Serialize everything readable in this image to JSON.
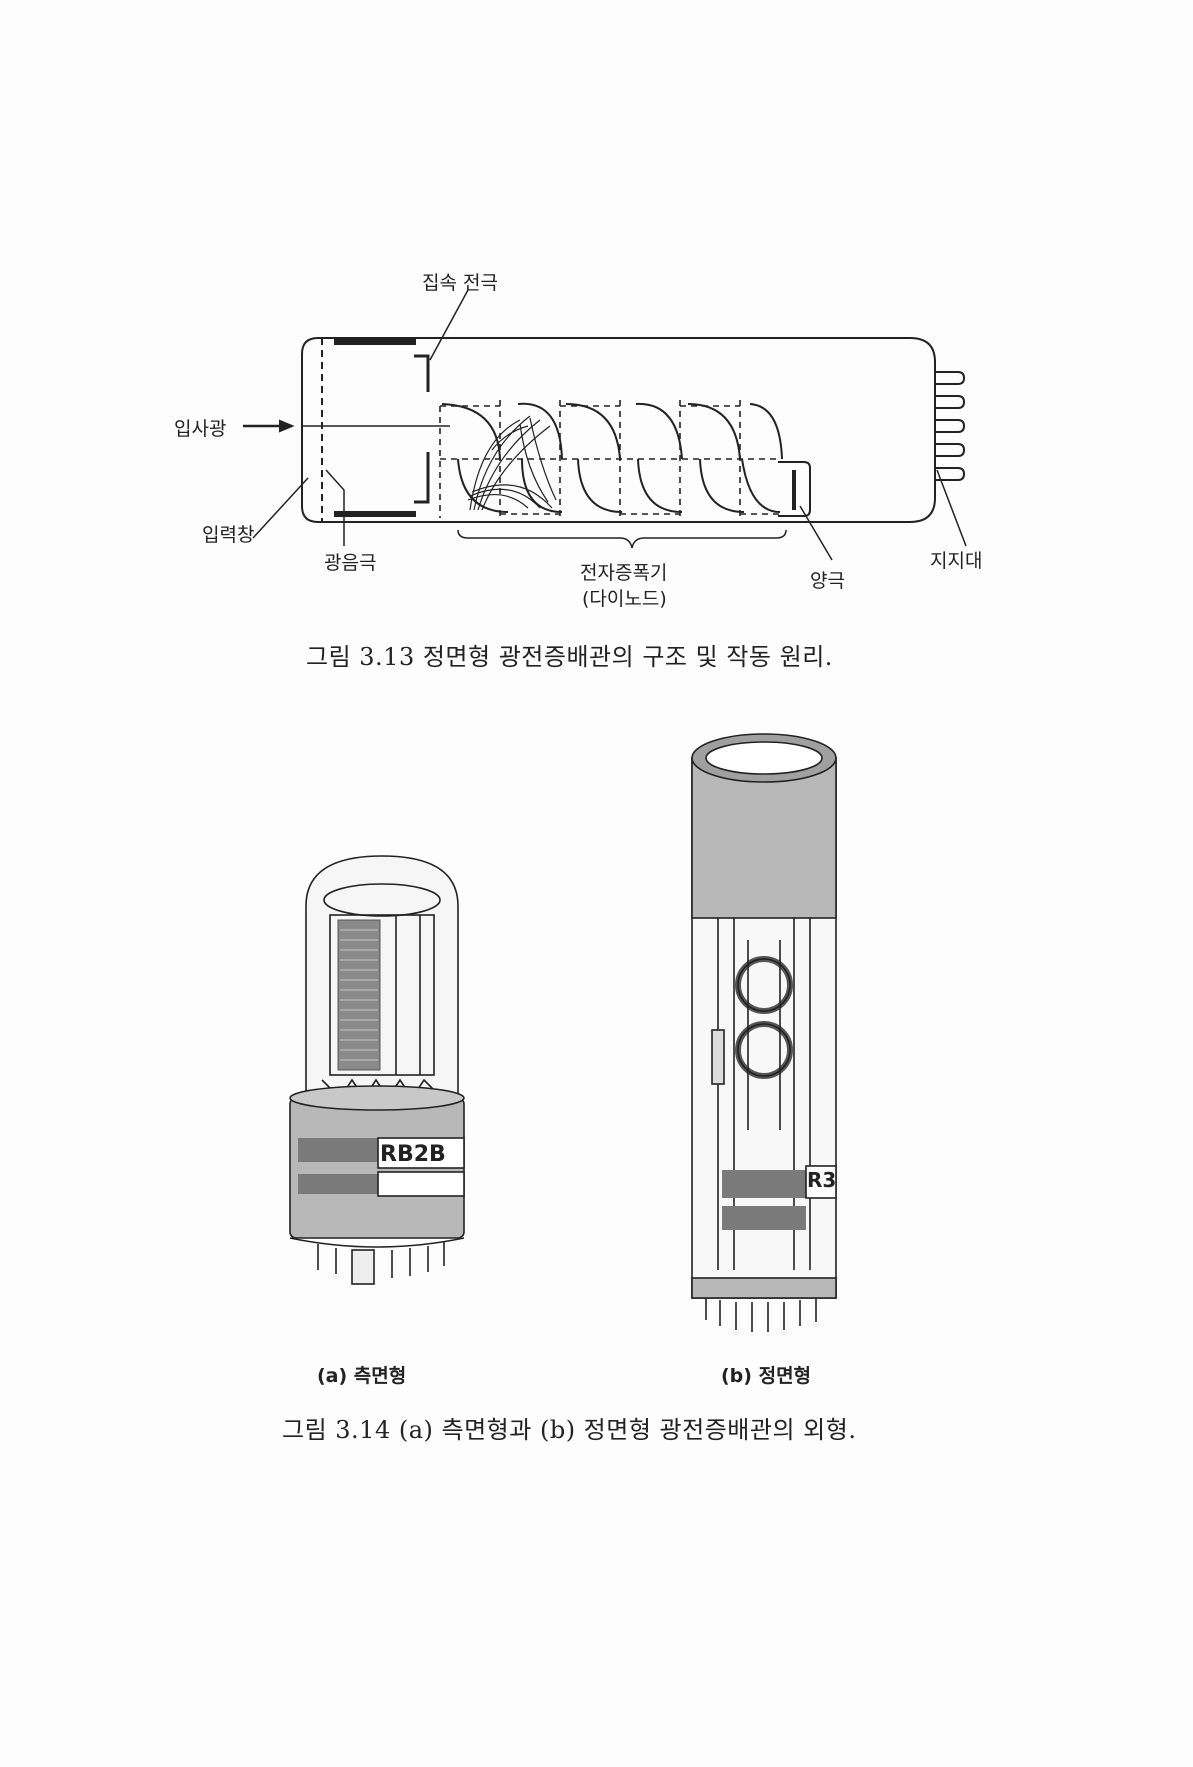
{
  "figure_3_13": {
    "labels": {
      "focusing_electrode": "집속 전극",
      "incident_light": "입사광",
      "input_window": "입력창",
      "photocathode": "광음극",
      "dynode_line1": "전자증폭기",
      "dynode_line2": "(다이노드)",
      "anode": "양극",
      "stem": "지지대"
    },
    "caption": "그림 3.13 정면형 광전증배관의 구조 및 작동 원리."
  },
  "figure_3_14": {
    "tube_a_label": "RB2B",
    "tube_b_label": "R3",
    "sub_a": "(a) 측면형",
    "sub_b": "(b) 정면형",
    "caption": "그림 3.14 (a) 측면형과 (b) 정면형 광전증배관의 외형."
  },
  "colors": {
    "ink": "#222222",
    "base_gray": "#b8b8b8",
    "band_dark": "#7a7a7a"
  }
}
